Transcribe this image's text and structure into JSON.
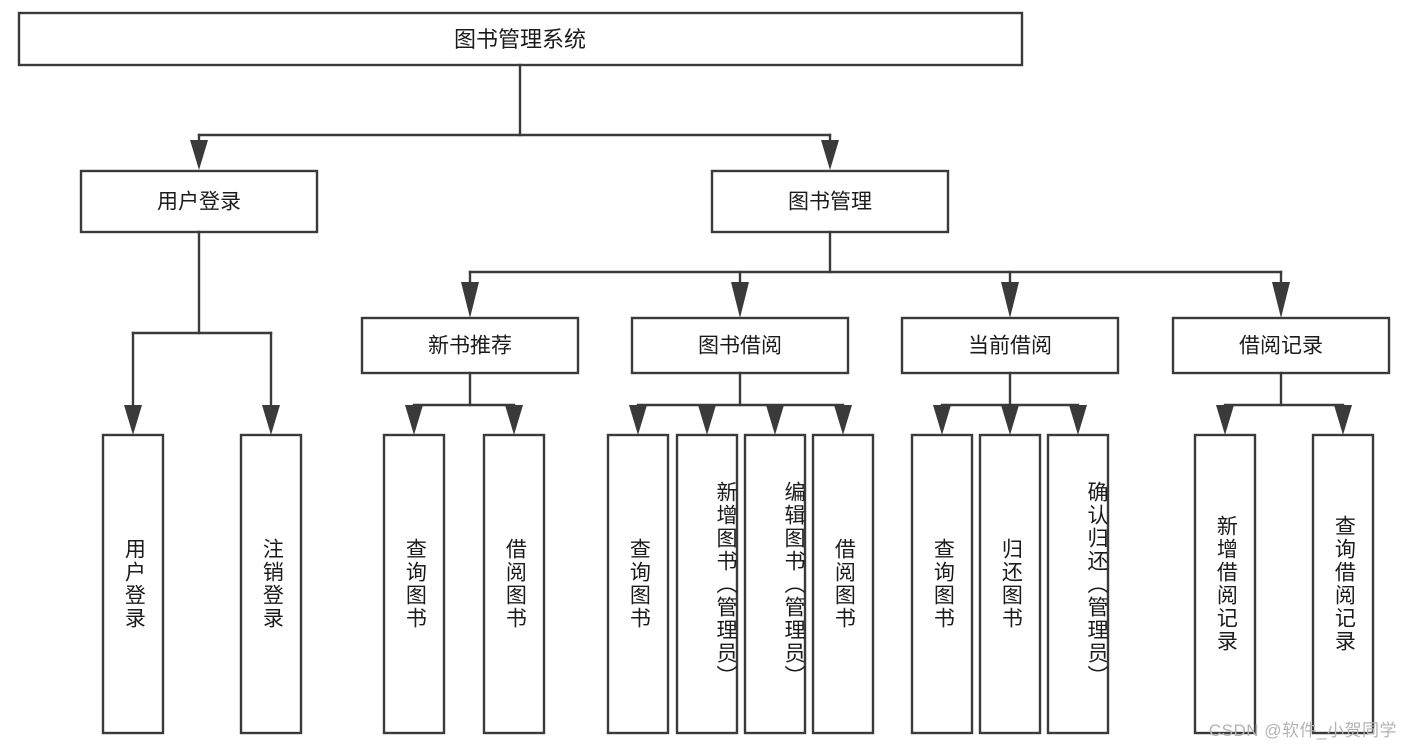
{
  "diagram": {
    "type": "hierarchy-tree",
    "title": "图书管理系统",
    "watermark": "CSDN @软件_小贺同学",
    "colors": {
      "stroke": "#3a3a3a",
      "fill": "#ffffff",
      "text": "#1b1b1b",
      "watermark": "#b3b3b3",
      "background": "#ffffff"
    },
    "root": {
      "label": "图书管理系统"
    },
    "level2": [
      {
        "label": "用户登录"
      },
      {
        "label": "图书管理"
      }
    ],
    "level3": [
      {
        "label": "新书推荐"
      },
      {
        "label": "图书借阅"
      },
      {
        "label": "当前借阅"
      },
      {
        "label": "借阅记录"
      }
    ],
    "leaves": {
      "user_login": [
        {
          "label": "用户登录"
        },
        {
          "label": "注销登录"
        }
      ],
      "new_book_recommend": [
        {
          "label": "查询图书"
        },
        {
          "label": "借阅图书"
        }
      ],
      "book_borrow": [
        {
          "label": "查询图书"
        },
        {
          "label": "新增图书（管理员）"
        },
        {
          "label": "编辑图书（管理员）"
        },
        {
          "label": "借阅图书"
        }
      ],
      "current_borrow": [
        {
          "label": "查询图书"
        },
        {
          "label": "归还图书"
        },
        {
          "label": "确认归还（管理员）"
        }
      ],
      "borrow_record": [
        {
          "label": "新增借阅记录"
        },
        {
          "label": "查询借阅记录"
        }
      ]
    }
  }
}
